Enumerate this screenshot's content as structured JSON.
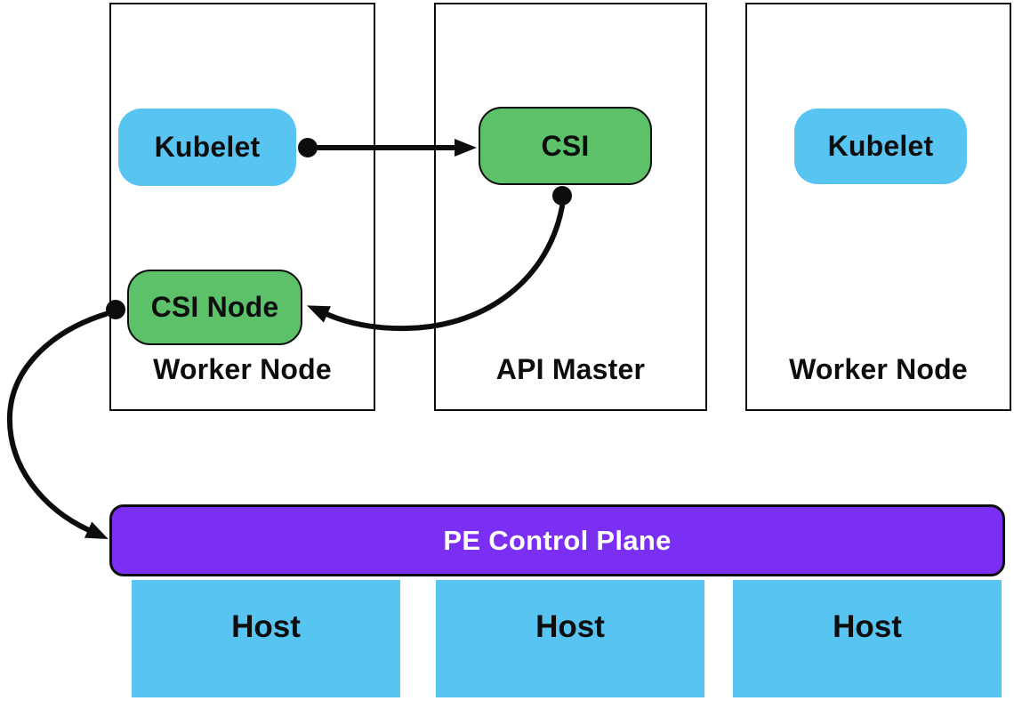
{
  "diagram": {
    "type": "architecture-diagram",
    "background": "#ffffff",
    "colors": {
      "background": "#ffffff",
      "node_blue": "#58c4f2",
      "node_green": "#5cc168",
      "bar_purple": "#7a2ff2",
      "outline_black": "#0d0d0d",
      "label_text": "#0d0d0d",
      "bar_text": "#ffffff"
    },
    "containers": [
      {
        "id": "worker-node-left",
        "label": "Worker Node"
      },
      {
        "id": "api-master",
        "label": "API Master"
      },
      {
        "id": "worker-node-right",
        "label": "Worker Node"
      }
    ],
    "nodes": {
      "kubelet_left": {
        "label": "Kubelet",
        "container": "worker-node-left",
        "color": "blue"
      },
      "csi": {
        "label": "CSI",
        "container": "api-master",
        "color": "green"
      },
      "csi_node": {
        "label": "CSI Node",
        "container": "worker-node-left",
        "color": "green"
      },
      "kubelet_right": {
        "label": "Kubelet",
        "container": "worker-node-right",
        "color": "blue"
      },
      "pe_control_plane": {
        "label": "PE Control Plane",
        "color": "purple"
      },
      "host_1": {
        "label": "Host",
        "color": "blue"
      },
      "host_2": {
        "label": "Host",
        "color": "blue"
      },
      "host_3": {
        "label": "Host",
        "color": "blue"
      }
    },
    "edges": [
      {
        "from": "kubelet_left",
        "to": "csi",
        "style": "dot-origin-arrowhead"
      },
      {
        "from": "csi",
        "to": "csi_node",
        "style": "dot-origin-arrowhead-curved"
      },
      {
        "from": "csi_node",
        "to": "pe_control_plane",
        "style": "dot-origin-arrowhead-curved"
      }
    ]
  }
}
